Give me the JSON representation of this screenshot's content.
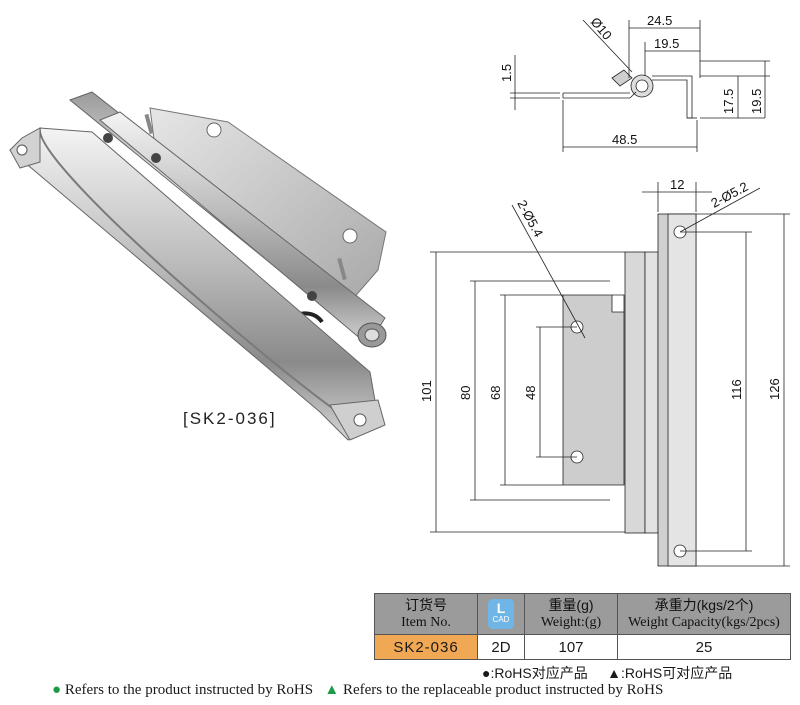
{
  "product": {
    "code_label": "[SK2-036]"
  },
  "top_view": {
    "dims": {
      "d_pin": "Ø10",
      "w_24_5": "24.5",
      "w_19_5": "19.5",
      "t_1_5": "1.5",
      "h_17_5": "17.5",
      "h_19_5": "19.5",
      "len_48_5": "48.5"
    }
  },
  "front_view": {
    "dims": {
      "w_12": "12",
      "holes_big": "2-Ø5.2",
      "holes_small": "2-Ø5.4",
      "h_101": "101",
      "h_80": "80",
      "h_68": "68",
      "h_48": "48",
      "h_116": "116",
      "h_126": "126"
    }
  },
  "table": {
    "headers": {
      "item_cn": "订货号",
      "item_en": "Item No.",
      "cad": "CAD",
      "weight_cn": "重量(g)",
      "weight_en": "Weight:(g)",
      "capacity_cn": "承重力(kgs/2个)",
      "capacity_en": "Weight Capacity(kgs/2pcs)"
    },
    "row": {
      "item": "SK2-036",
      "cad": "2D",
      "weight": "107",
      "capacity": "25"
    }
  },
  "legend": {
    "cn_rohs": "●:RoHS对应产品",
    "cn_replace": "▲:RoHS可对应产品",
    "en_rohs": "Refers to the product instructed by RoHS",
    "en_replace": "Refers to the replaceable product instructed by RoHS",
    "dot_symbol": "●",
    "tri_symbol": "▲"
  },
  "colors": {
    "header_bg": "#9b9b9b",
    "code_bg": "#f0a854",
    "cad_badge": "#6fb6e6",
    "legend_green": "#1d9a4a"
  }
}
